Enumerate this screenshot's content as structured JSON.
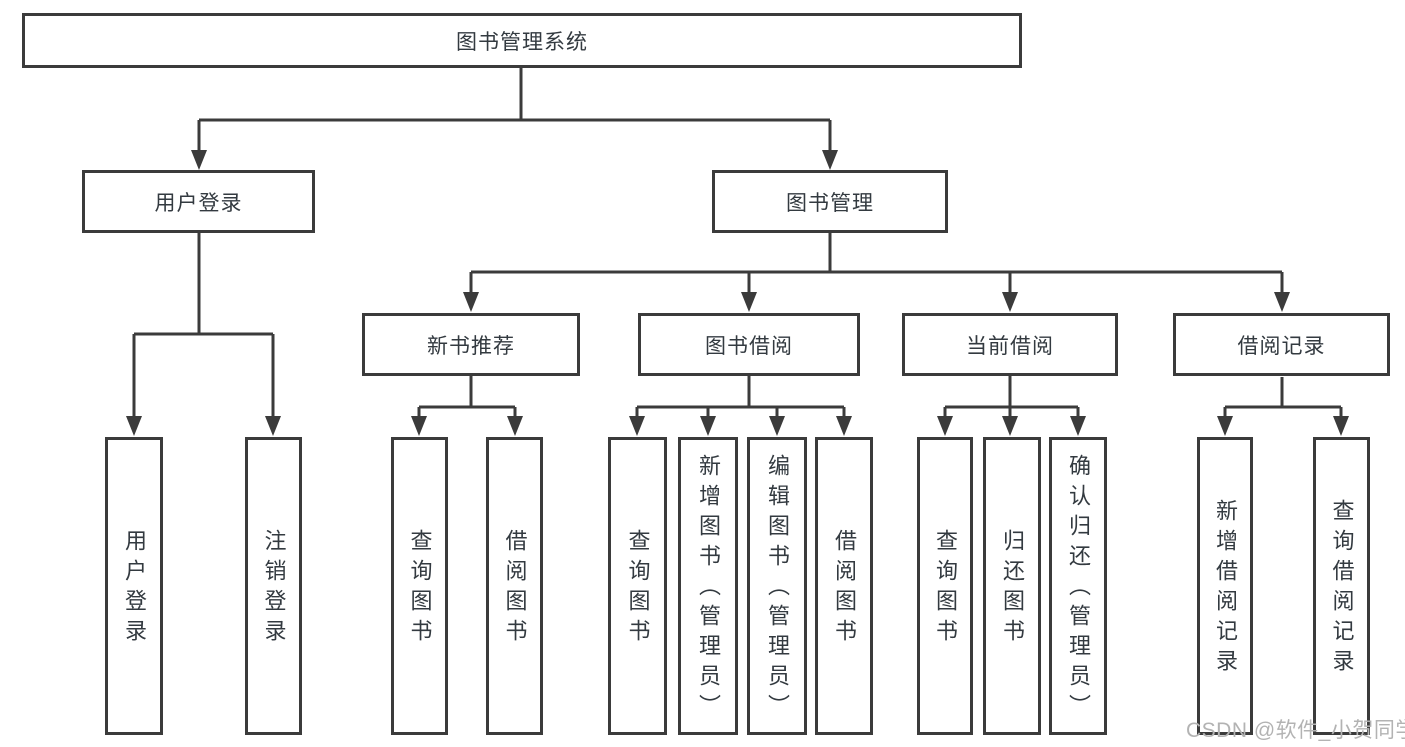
{
  "diagram": {
    "type": "hierarchy-tree",
    "watermark": "CSDN @软件_小贺同学",
    "colors": {
      "line": "#3b3b3b",
      "box_border": "#3b3b3b",
      "box_fill": "#ffffff",
      "text": "#333a40",
      "background": "#ffffff",
      "watermark_text": "#b3b3b3"
    }
  },
  "nodes": {
    "root": {
      "label": "图书管理系统"
    },
    "level2": [
      {
        "label": "用户登录",
        "parent": "图书管理系统"
      },
      {
        "label": "图书管理",
        "parent": "图书管理系统"
      }
    ],
    "level3": [
      {
        "label": "新书推荐",
        "parent": "图书管理"
      },
      {
        "label": "图书借阅",
        "parent": "图书管理"
      },
      {
        "label": "当前借阅",
        "parent": "图书管理"
      },
      {
        "label": "借阅记录",
        "parent": "图书管理"
      }
    ],
    "level4": [
      {
        "label": "用户登录",
        "parent": "用户登录"
      },
      {
        "label": "注销登录",
        "parent": "用户登录"
      },
      {
        "label": "查询图书",
        "parent": "新书推荐"
      },
      {
        "label": "借阅图书",
        "parent": "新书推荐"
      },
      {
        "label": "查询图书",
        "parent": "图书借阅"
      },
      {
        "label": "新增图书（管理员）",
        "parent": "图书借阅"
      },
      {
        "label": "编辑图书（管理员）",
        "parent": "图书借阅"
      },
      {
        "label": "借阅图书",
        "parent": "图书借阅"
      },
      {
        "label": "查询图书",
        "parent": "当前借阅"
      },
      {
        "label": "归还图书",
        "parent": "当前借阅"
      },
      {
        "label": "确认归还（管理员）",
        "parent": "当前借阅"
      },
      {
        "label": "新增借阅记录",
        "parent": "借阅记录"
      },
      {
        "label": "查询借阅记录",
        "parent": "借阅记录"
      }
    ]
  }
}
